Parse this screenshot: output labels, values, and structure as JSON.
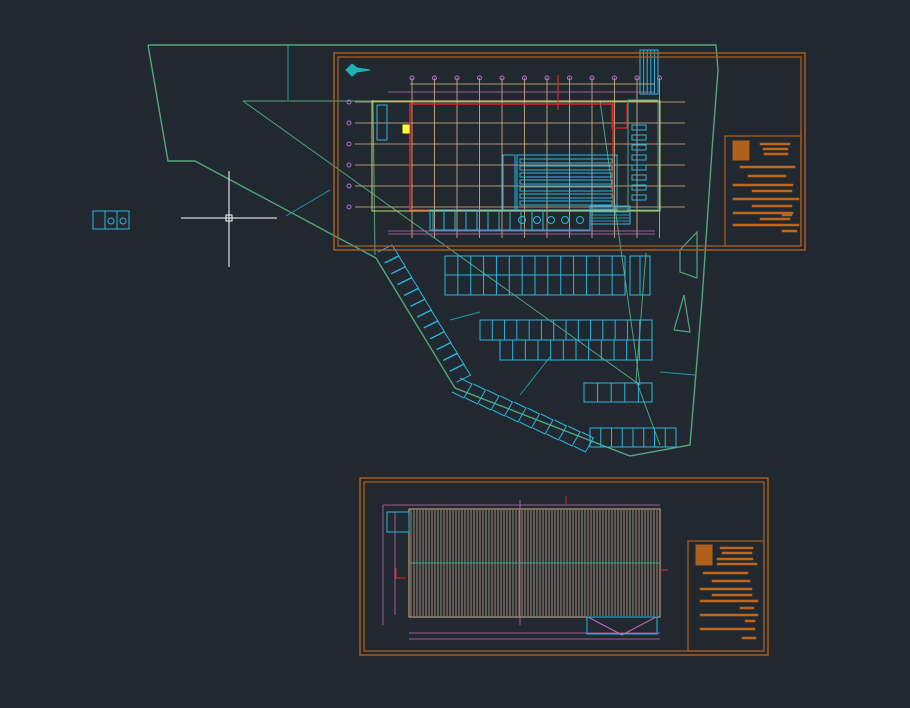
{
  "app": {
    "view": "model-space-drawing",
    "background_color": "#212830",
    "cursor": "crosshair-cursor"
  },
  "colors": {
    "site_boundary": "#52a57c",
    "sheet_frame": "#b0601c",
    "parking": "#2bb6df",
    "grid": "#d8b888",
    "pink": "#c86ab8",
    "red": "#e0242a",
    "roof_hatch": "#d6b48a",
    "title_block_text": "#c0661a",
    "cursor": "#ffffff"
  },
  "sheets": [
    {
      "name": "site-floor-plan-sheet"
    },
    {
      "name": "roof-plan-sheet"
    }
  ]
}
